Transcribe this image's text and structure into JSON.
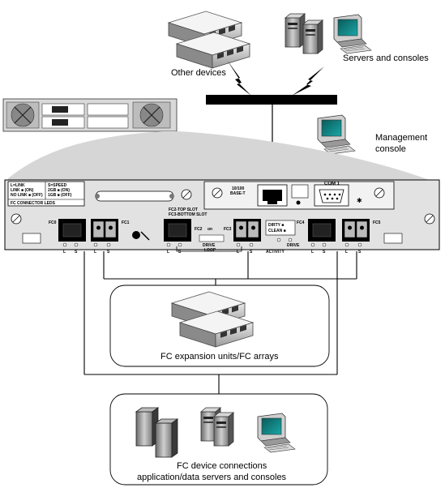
{
  "labels": {
    "other_devices": "Other devices",
    "servers_consoles": "Servers and consoles",
    "management_console_line1": "Management",
    "management_console_line2": "console",
    "fc_expansion": "FC expansion units/FC arrays",
    "fc_device_line1": "FC device connections",
    "fc_device_line2": "application/data servers and consoles"
  },
  "panel": {
    "legend_left": [
      "L=LINK",
      "LINK ■ (ON)",
      "NO LINK ■ (OFF)"
    ],
    "legend_right": [
      "S=SPEED",
      "2GB ■ (ON)",
      "1GB ■ (OFF)"
    ],
    "legend_title": "FC CONNECTOR LEDS",
    "ethernet": [
      "10/100",
      "BASE-T"
    ],
    "com_port": "COM 1",
    "slot_top": "FC2-TOP SLOT",
    "slot_bottom": "FC3-BOTTOM SLOT",
    "port_fc0": "FC0",
    "port_fc1": "FC1",
    "port_fc2": "FC2",
    "port_fc3": "FC3",
    "port_fc4": "FC4",
    "port_fc5": "FC5",
    "on_label": "on",
    "drive_loop": [
      "DRIVE",
      "LOOP"
    ],
    "dirty_clean": [
      "DIRTY ■",
      "CLEAN ■"
    ],
    "drive": "DRIVE",
    "activity": "ACTIVITY",
    "led_L": "L",
    "led_S": "S"
  }
}
